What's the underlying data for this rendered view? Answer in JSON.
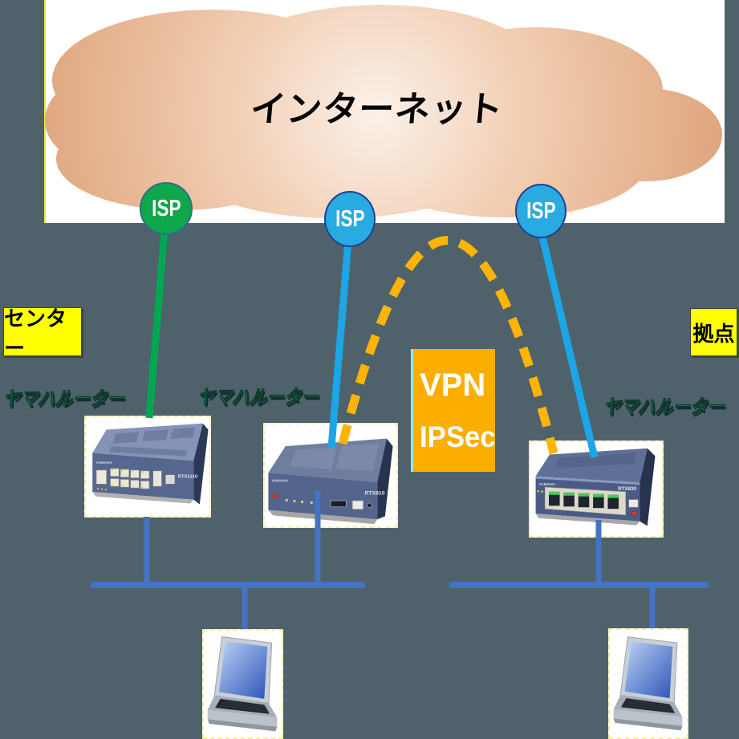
{
  "scene": {
    "background_color": "#4F626B",
    "canvas_color": "#FFFFFF"
  },
  "cloud": {
    "label": "インターネット"
  },
  "isp_nodes": [
    {
      "label": "ISP",
      "color": "#0FA64C",
      "role": "center-isp"
    },
    {
      "label": "ISP",
      "color": "#29ABE2",
      "role": "middle-isp"
    },
    {
      "label": "ISP",
      "color": "#29ABE2",
      "role": "branch-isp"
    }
  ],
  "site_labels": {
    "center": "センター",
    "branch": "拠点"
  },
  "router_labels": {
    "left": "ヤマハルーター",
    "middle": "ヤマハルーター",
    "right": "ヤマハルーター"
  },
  "vpn": {
    "line1": "VPN",
    "line2": "IPSec"
  },
  "routers": {
    "brand": "YAMAHA",
    "left_model": "RTX1210",
    "middle_model": "RTX810",
    "right_model": "RTX830"
  },
  "colors": {
    "cloud_edge": "#DFA67E",
    "cloud_center": "#FBF1E9",
    "link_green": "#00A651",
    "link_blue": "#1CA6E8",
    "lan_blue": "#4472C4",
    "vpn_dash_orange": "#FFB405",
    "vpn_box_orange": "#FBAE00",
    "site_label_yellow": "#FFFF00",
    "router_label_green": "#16A94F"
  }
}
